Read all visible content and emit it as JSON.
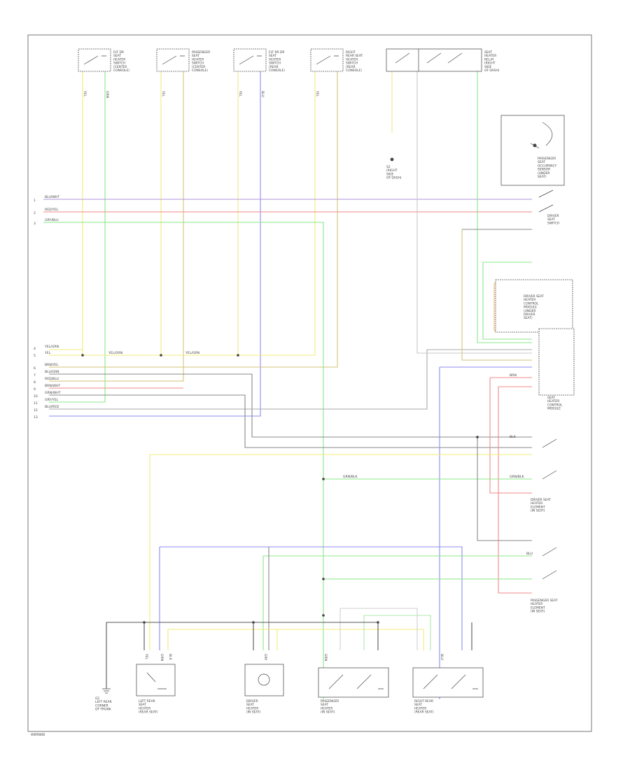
{
  "page": {
    "footer_code": "W8RN6B"
  },
  "colors": {
    "yellow": "#f0ec7a",
    "green": "#88e888",
    "red": "#f08a8a",
    "blue": "#8c8cf0",
    "violet": "#b092d8",
    "tan": "#d6c27a",
    "orange": "#f3b46a",
    "gray": "#a8a8a8",
    "dark": "#555555",
    "lightgray": "#d0d0d0"
  },
  "top_components": [
    {
      "lines": [
        "FLT DR",
        "SEAT",
        "HEATER",
        "SWITCH",
        "(CENTER",
        "CONSOLE)"
      ]
    },
    {
      "lines": [
        "PASSENGER",
        "SEAT",
        "HEATER",
        "SWITCH",
        "(CENTER",
        "CONSOLE)"
      ]
    },
    {
      "lines": [
        "FLT RR DR",
        "SEAT",
        "HEATER",
        "SWITCH",
        "(REAR",
        "CONSOLE)"
      ]
    },
    {
      "lines": [
        "RIGHT",
        "REAR SEAT",
        "HEATER",
        "SWITCH",
        "(REAR",
        "CONSOLE)"
      ]
    },
    {
      "lines": [
        "SEAT",
        "HEATER",
        "RELAY",
        "(RIGHT",
        "SIDE",
        "OF DASH)"
      ]
    }
  ],
  "right_components": [
    {
      "lines": [
        "PASSENGER",
        "SEAT",
        "OCCUPANCY",
        "SENSOR",
        "(UNDER",
        "SEAT)"
      ]
    },
    {
      "lines": [
        "DRIVER",
        "SEAT",
        "SWITCH"
      ]
    },
    {
      "lines": [
        "DRIVER SEAT",
        "HEATER",
        "CONTROL",
        "MODULE",
        "(UNDER",
        "DRIVER",
        "SEAT)"
      ]
    },
    {
      "lines": [
        "SEAT",
        "HEATER",
        "CONTROL",
        "MODULE"
      ]
    },
    {
      "lines": [
        "DRIVER SEAT",
        "HEATER",
        "ELEMENT",
        "(IN SEAT)"
      ]
    },
    {
      "lines": [
        "PASSENGER SEAT",
        "HEATER",
        "ELEMENT",
        "(IN SEAT)"
      ]
    }
  ],
  "bottom_components": [
    {
      "lines": [
        "LEFT REAR",
        "SEAT",
        "HEATER",
        "(REAR SEAT)"
      ]
    },
    {
      "lines": [
        "DRIVER",
        "SEAT",
        "HEATER",
        "(IN SEAT)"
      ]
    },
    {
      "lines": [
        "PASSENGER",
        "SEAT",
        "HEATER",
        "(IN SEAT)"
      ]
    },
    {
      "lines": [
        "RIGHT REAR",
        "SEAT",
        "HEATER",
        "(REAR SEAT)"
      ]
    }
  ],
  "ground": {
    "lines": [
      "G2",
      "LEFT REAR",
      "CORNER",
      "OF TRUNK"
    ]
  },
  "splice": {
    "lines": [
      "S2",
      "(RIGHT",
      "SIDE",
      "OF DASH)"
    ]
  },
  "left_pins": [
    "1",
    "2",
    "3",
    "4",
    "5",
    "6",
    "7",
    "8",
    "9",
    "10",
    "11",
    "12",
    "13"
  ],
  "wire_labels": [
    "BLU/WHT",
    "RED/YEL",
    "GRY/BLU",
    "YEL/GRN",
    "YEL",
    "YEL/GRN",
    "YEL/GRN",
    "BRN/YEL",
    "BLU/GRN",
    "RED/BLU",
    "BRN/WHT",
    "GRN/WHT",
    "GRY/YEL",
    "BLU/RED",
    "GRN/BLK",
    "GRN/BLK",
    "BLU",
    "BLK",
    "BRN"
  ],
  "pin_labels": [
    "YEL",
    "GRN",
    "YEL",
    "YEL",
    "YEL",
    "BLU",
    "YEL",
    "GRN",
    "BLK",
    "GRY",
    "BLU",
    "GRN"
  ]
}
